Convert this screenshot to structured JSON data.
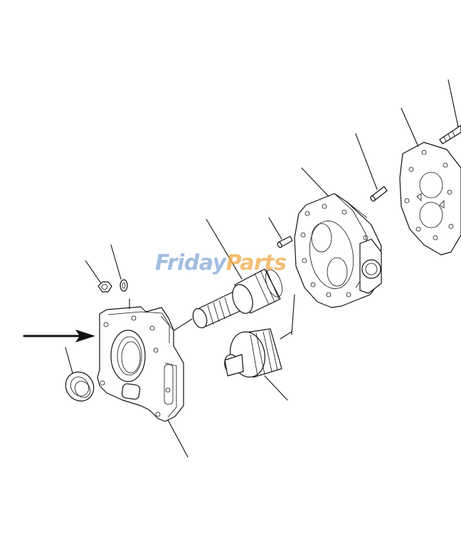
{
  "watermark": {
    "part1": "Friday",
    "part2": "Parts",
    "color_primary": "#7fa6d6",
    "color_accent": "#f0a640"
  },
  "colors": {
    "line": "#111111",
    "background": "#ffffff"
  },
  "parts": [
    "nut",
    "washer",
    "front-cover",
    "oil-seal",
    "drive-gear-shaft",
    "driven-gear",
    "dowel-pin",
    "pump-body",
    "dowel-pin",
    "rear-cover",
    "bolt"
  ]
}
